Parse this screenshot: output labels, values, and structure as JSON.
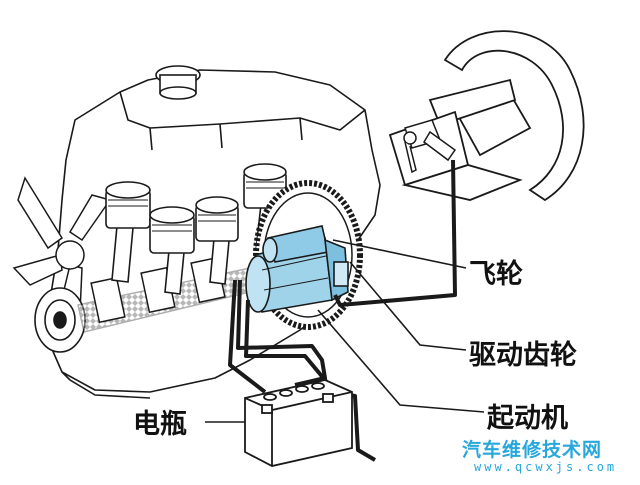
{
  "labels": {
    "flywheel": "飞轮",
    "drive_gear": "驱动齿轮",
    "starter_motor": "起动机",
    "battery": "电瓶"
  },
  "watermark": {
    "title": "汽车维修技术网",
    "url": "www.qcwxjs.com"
  },
  "colors": {
    "line": "#1a1a1a",
    "starter_fill": "#9fd3ea",
    "watermark": "#27a7dc"
  }
}
